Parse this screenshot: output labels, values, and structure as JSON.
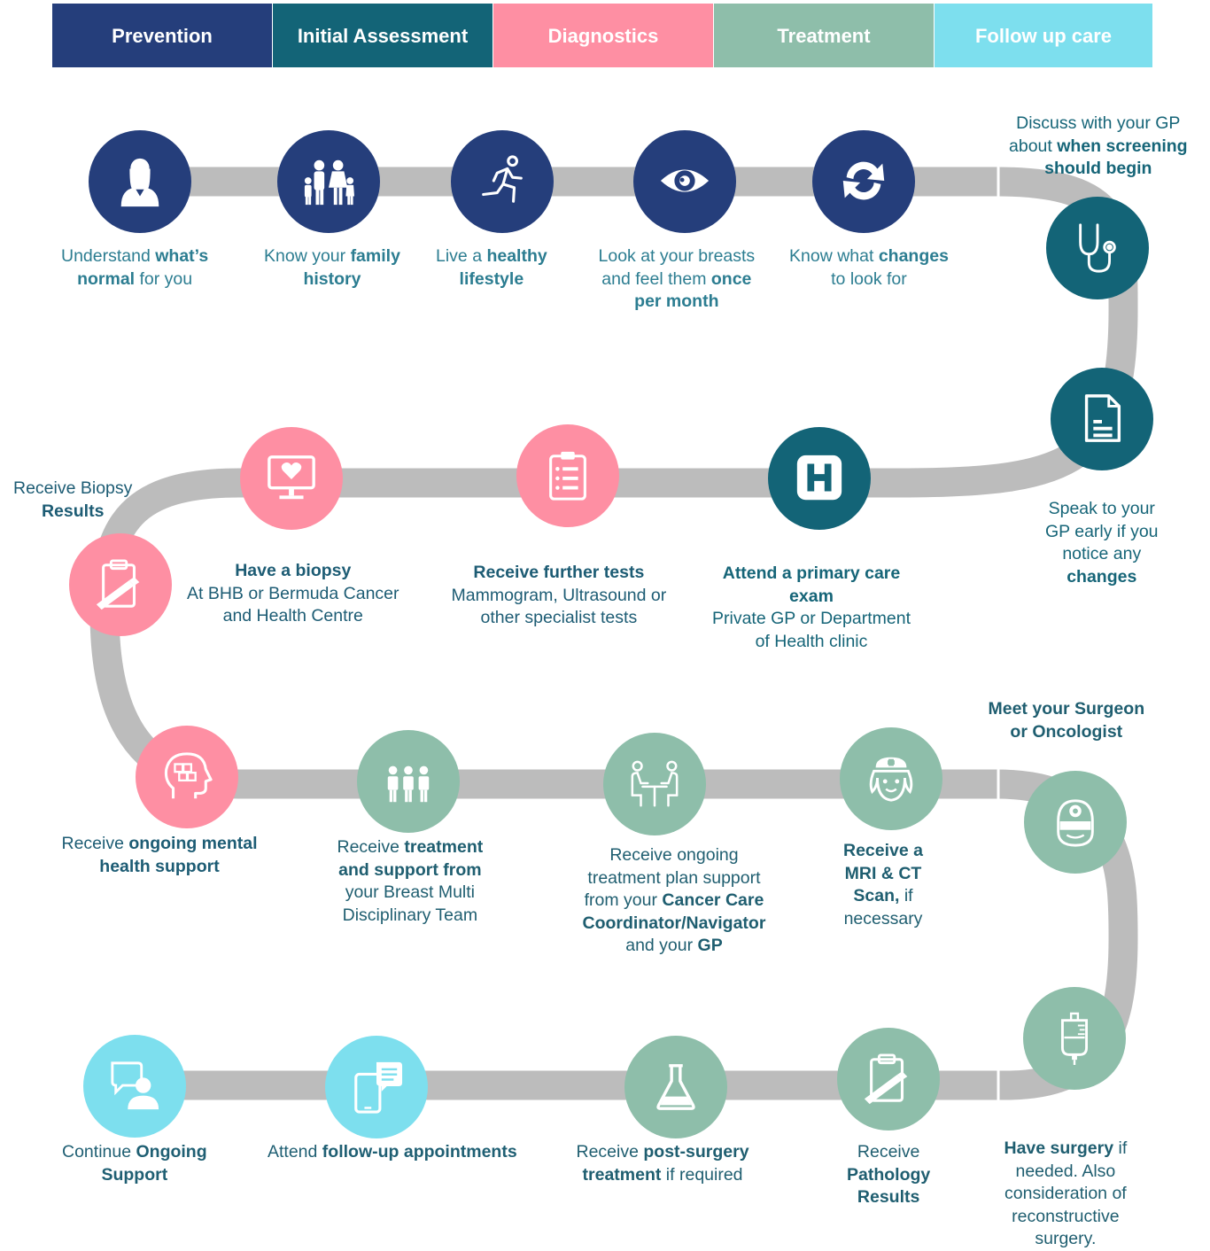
{
  "colors": {
    "navy": "#253e7b",
    "teal": "#136477",
    "pink": "#fe8fa3",
    "sage": "#8ebeaa",
    "sky": "#7ddfee",
    "road": "#bcbcbc",
    "text_light_teal": "#2a7f93",
    "text_dark_teal": "#156477",
    "text_pink": "#1e5b73",
    "text_sage": "#1f5f70",
    "text_sky": "#1f5f73"
  },
  "header": [
    {
      "label": "Prevention",
      "color": "#253e7b"
    },
    {
      "label": "Initial Assessment",
      "color": "#136477"
    },
    {
      "label": "Diagnostics",
      "color": "#fe8fa3"
    },
    {
      "label": "Treatment",
      "color": "#8ebeaa"
    },
    {
      "label": "Follow up care",
      "color": "#7ddfee"
    }
  ],
  "steps": [
    {
      "id": "normal",
      "icon": "woman-icon",
      "color": "#253e7b",
      "label": [
        [
          [
            "Understand ",
            false
          ],
          [
            "what’s",
            true
          ]
        ],
        [
          [
            "normal",
            true
          ],
          [
            " for you",
            false
          ]
        ]
      ]
    },
    {
      "id": "family-history",
      "icon": "family-icon",
      "color": "#253e7b",
      "label": [
        [
          [
            "Know your ",
            false
          ],
          [
            "family",
            true
          ]
        ],
        [
          [
            "history",
            true
          ]
        ]
      ]
    },
    {
      "id": "healthy-lifestyle",
      "icon": "runner-icon",
      "color": "#253e7b",
      "label": [
        [
          [
            "Live a ",
            false
          ],
          [
            "healthy",
            true
          ]
        ],
        [
          [
            "lifestyle",
            true
          ]
        ]
      ]
    },
    {
      "id": "breast-check",
      "icon": "eye-icon",
      "color": "#253e7b",
      "label": [
        [
          [
            "Look at your breasts",
            false
          ]
        ],
        [
          [
            "and feel them ",
            false
          ],
          [
            "once",
            true
          ]
        ],
        [
          [
            "per month",
            true
          ]
        ]
      ]
    },
    {
      "id": "changes",
      "icon": "refresh-icon",
      "color": "#253e7b",
      "label": [
        [
          [
            "Know what ",
            false
          ],
          [
            "changes",
            true
          ]
        ],
        [
          [
            "to look for",
            false
          ]
        ]
      ]
    },
    {
      "id": "screening",
      "icon": "stethoscope-icon",
      "color": "#136477",
      "label": [
        [
          [
            "Discuss with your GP",
            false
          ]
        ],
        [
          [
            "about ",
            false
          ],
          [
            "when screening",
            true
          ]
        ],
        [
          [
            "should begin",
            true
          ]
        ]
      ]
    },
    {
      "id": "speak-gp",
      "icon": "document-icon",
      "color": "#136477",
      "label": [
        [
          [
            "Speak to your",
            false
          ]
        ],
        [
          [
            "GP early if you",
            false
          ]
        ],
        [
          [
            "notice any",
            false
          ]
        ],
        [
          [
            "changes",
            true
          ]
        ]
      ]
    },
    {
      "id": "primary-care",
      "icon": "hospital-icon",
      "color": "#136477",
      "label": [
        [
          [
            "Attend a primary care",
            true
          ]
        ],
        [
          [
            "exam",
            true
          ]
        ],
        [
          [
            "Private GP or Department",
            false
          ]
        ],
        [
          [
            "of Health clinic",
            false
          ]
        ]
      ]
    },
    {
      "id": "further-tests",
      "icon": "checklist-icon",
      "color": "#fe8fa3",
      "label": [
        [
          [
            "Receive further tests",
            true
          ]
        ],
        [
          [
            "Mammogram, Ultrasound or",
            false
          ]
        ],
        [
          [
            "other specialist tests",
            false
          ]
        ]
      ]
    },
    {
      "id": "biopsy",
      "icon": "monitor-heart-icon",
      "color": "#fe8fa3",
      "label": [
        [
          [
            "Have a biopsy",
            true
          ]
        ],
        [
          [
            "At BHB or Bermuda Cancer",
            false
          ]
        ],
        [
          [
            "and Health Centre",
            false
          ]
        ]
      ]
    },
    {
      "id": "biopsy-results",
      "icon": "clipboard-icon",
      "color": "#fe8fa3",
      "label": [
        [
          [
            "Receive Biopsy",
            false
          ]
        ],
        [
          [
            "Results",
            true
          ]
        ]
      ]
    },
    {
      "id": "mental-health",
      "icon": "head-puzzle-icon",
      "color": "#fe8fa3",
      "label": [
        [
          [
            "Receive ",
            false
          ],
          [
            "ongoing mental",
            true
          ]
        ],
        [
          [
            "health support",
            true
          ]
        ]
      ]
    },
    {
      "id": "mdt",
      "icon": "team-icon",
      "color": "#8ebeaa",
      "label": [
        [
          [
            "Receive ",
            false
          ],
          [
            "treatment",
            true
          ]
        ],
        [
          [
            "and support from",
            true
          ]
        ],
        [
          [
            "your Breast Multi",
            false
          ]
        ],
        [
          [
            "Disciplinary Team",
            false
          ]
        ]
      ]
    },
    {
      "id": "navigator",
      "icon": "meeting-icon",
      "color": "#8ebeaa",
      "label": [
        [
          [
            "Receive ongoing",
            false
          ]
        ],
        [
          [
            "treatment plan support",
            false
          ]
        ],
        [
          [
            "from your ",
            false
          ],
          [
            "Cancer Care",
            true
          ]
        ],
        [
          [
            "Coordinator/Navigator",
            true
          ]
        ],
        [
          [
            "and your ",
            false
          ],
          [
            "GP",
            true
          ]
        ]
      ]
    },
    {
      "id": "mri-ct",
      "icon": "nurse-icon",
      "color": "#8ebeaa",
      "label": [
        [
          [
            "Receive a",
            true
          ]
        ],
        [
          [
            "MRI & CT",
            true
          ]
        ],
        [
          [
            "Scan,",
            true
          ],
          [
            " if",
            false
          ]
        ],
        [
          [
            "necessary",
            false
          ]
        ]
      ]
    },
    {
      "id": "surgeon",
      "icon": "doctor-icon",
      "color": "#8ebeaa",
      "label": [
        [
          [
            "Meet your Surgeon",
            true
          ]
        ],
        [
          [
            "or Oncologist",
            true
          ]
        ]
      ]
    },
    {
      "id": "surgery",
      "icon": "iv-bag-icon",
      "color": "#8ebeaa",
      "label": [
        [
          [
            "Have surgery",
            true
          ],
          [
            " if",
            false
          ]
        ],
        [
          [
            "needed. Also",
            false
          ]
        ],
        [
          [
            "consideration of",
            false
          ]
        ],
        [
          [
            "reconstructive",
            false
          ]
        ],
        [
          [
            "surgery.",
            false
          ]
        ]
      ]
    },
    {
      "id": "pathology",
      "icon": "clipboard-icon",
      "color": "#8ebeaa",
      "label": [
        [
          [
            "Receive",
            false
          ]
        ],
        [
          [
            "Pathology",
            true
          ]
        ],
        [
          [
            "Results",
            true
          ]
        ]
      ]
    },
    {
      "id": "post-surgery",
      "icon": "flask-icon",
      "color": "#8ebeaa",
      "label": [
        [
          [
            "Receive ",
            false
          ],
          [
            "post-surgery",
            true
          ]
        ],
        [
          [
            "treatment",
            true
          ],
          [
            " if required",
            false
          ]
        ]
      ]
    },
    {
      "id": "follow-up",
      "icon": "phone-chat-icon",
      "color": "#7ddfee",
      "label": [
        [
          [
            "Attend ",
            false
          ],
          [
            "follow-up appointments",
            true
          ]
        ]
      ]
    },
    {
      "id": "ongoing-support",
      "icon": "chat-person-icon",
      "color": "#7ddfee",
      "label": [
        [
          [
            "Continue ",
            false
          ],
          [
            "Ongoing",
            true
          ]
        ],
        [
          [
            "Support",
            true
          ]
        ]
      ]
    }
  ]
}
